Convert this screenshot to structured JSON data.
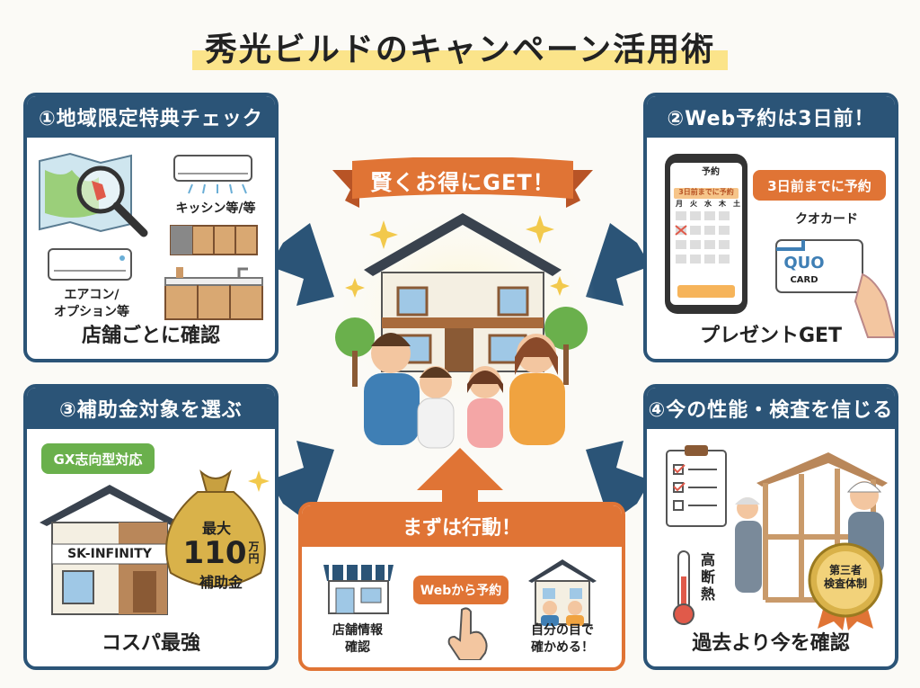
{
  "title": "秀光ビルドのキャンペーン活用術",
  "banner": "賢くお得にGET！",
  "panel1": {
    "heading": "①地域限定特典チェック",
    "label_kitchen": "キッシン等/等",
    "label_aircon_1": "エアコン/",
    "label_aircon_2": "オプション等",
    "footer": "店舗ごとに確認"
  },
  "panel2": {
    "heading": "②Web予約は3日前！",
    "phone_title": "予約",
    "phone_banner": "3日前までに予約",
    "phone_days": [
      "月",
      "火",
      "水",
      "木",
      "土"
    ],
    "callout": "3日前までに予約",
    "card_label": "クオカード",
    "card_brand": "QUO",
    "card_sub": "CARD",
    "footer": "プレゼントGET"
  },
  "panel3": {
    "heading": "③補助金対象を選ぶ",
    "badge": "GX志向型対応",
    "house_sign": "SK-INFINITY",
    "bag_line1": "最大",
    "bag_amount": "110",
    "bag_unit1": "万",
    "bag_unit2": "円",
    "bag_line3": "補助金",
    "footer": "コスパ最強"
  },
  "panel4": {
    "heading": "④今の性能・検査を信じる",
    "thermo_1": "高",
    "thermo_2": "断",
    "thermo_3": "熱",
    "medal_1": "第三者",
    "medal_2": "検査体制",
    "footer": "過去より今を確認"
  },
  "action": {
    "heading": "まずは行動！",
    "web_pill": "Webから予約",
    "store_1": "店舗情報",
    "store_2": "確認",
    "eye_1": "自分の目で",
    "eye_2": "確かめる！"
  },
  "colors": {
    "navy": "#2b5477",
    "orange": "#e07435",
    "yellow": "#fbe48a",
    "gold": "#d9b24a"
  }
}
